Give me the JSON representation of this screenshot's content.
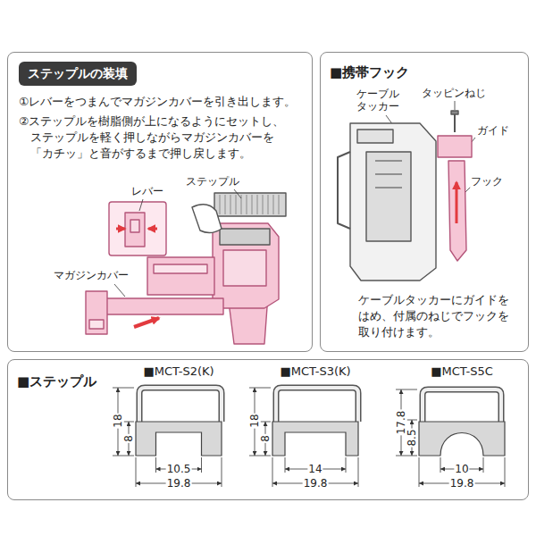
{
  "diagram": {
    "nodes": [
      {
        "text": [
          "①レバーをつまんでマガジンカバーを引き出します。",
          "②ステップルを樹脂側が上になるようにセットし、 ステップルを軽く押しながらマガジンカバーを 「カチッ」と音がするまで押し戻します。"
        ]
      },
      {
        "text": [
          "ステップルの装填"
        ],
        "in": 0
      },
      {
        "text": [
          "■携帯フック",
          "ケーブルタッカーにガイドを はめ、付属のねじでフックを 取り付けます。"
        ]
      },
      {
        "text": [
          "■ステップル"
        ]
      }
    ],
    "labels": [
      "レバー",
      "ステップル",
      "マガジンカバー",
      "ケーブル タッカー",
      "タッピンねじ",
      "ガイド",
      "フック",
      "■MCT-S2(K)",
      "18",
      "8",
      "10.5",
      "19.8",
      "■MCT-S3(K)",
      "18",
      "8",
      "14",
      "19.8",
      "■MCT-S5C",
      "17.8",
      "8.5",
      "10",
      "19.8"
    ]
  }
}
